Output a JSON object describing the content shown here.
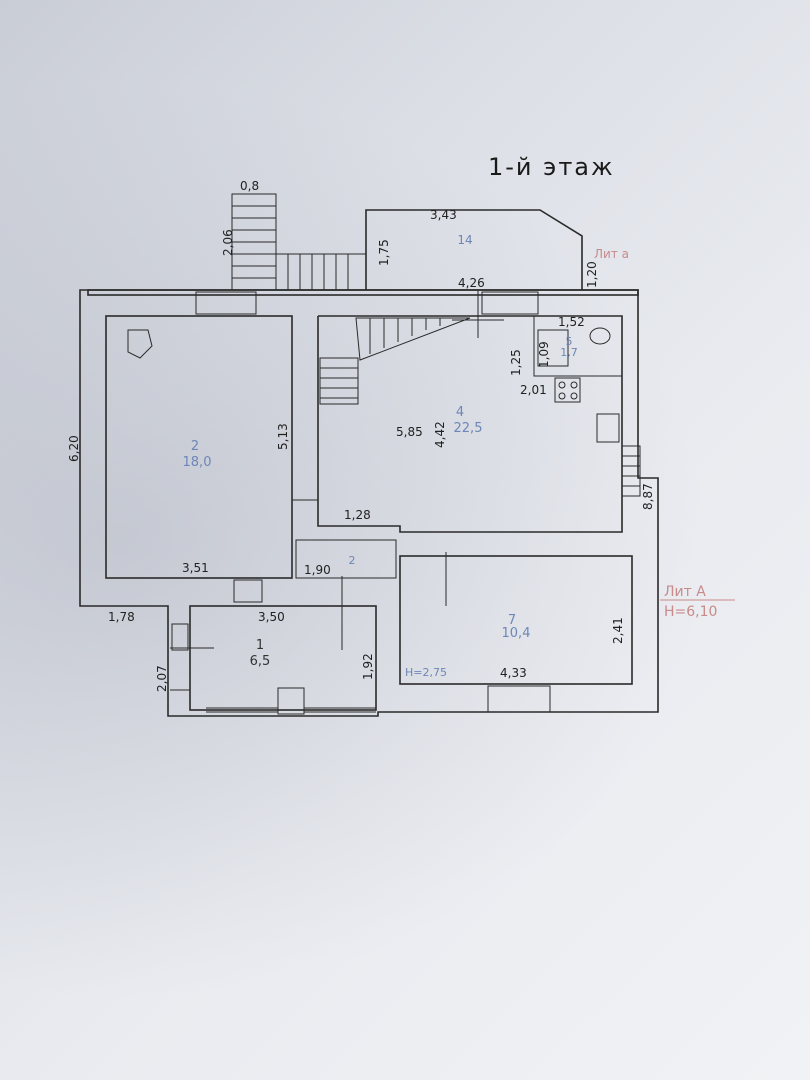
{
  "title": "1-й этаж",
  "lit_a_line1": "Лит А",
  "lit_a_line2": "Н=6,10",
  "lit_a_small": "Лит а",
  "rooms": [
    {
      "id": "room-2",
      "number": "2",
      "area": "18,0"
    },
    {
      "id": "room-4",
      "number": "4",
      "area": "22,5"
    },
    {
      "id": "room-5",
      "number": "5",
      "area": "1,7"
    },
    {
      "id": "room-14",
      "number": "14",
      "area": ""
    },
    {
      "id": "room-1",
      "number": "1",
      "area": "6,5"
    },
    {
      "id": "room-7",
      "number": "7",
      "area": "10,4"
    },
    {
      "id": "room-3",
      "number": "2",
      "area": ""
    }
  ],
  "dimensions": {
    "porch_width": "0,8",
    "porch_height": "2,06",
    "veranda_height": "1,75",
    "veranda_width": "3,43",
    "veranda_right": "1,20",
    "main_top": "4,26",
    "bath_width": "1,52",
    "bath_h1": "1,25",
    "bath_h2": "1,09",
    "bath_bottom": "2,01",
    "room2_height": "5,13",
    "left_total": "6,20",
    "hall_width": "5,85",
    "hall_height": "4,42",
    "right_total": "8,87",
    "corr_width": "1,28",
    "room2_width": "3,51",
    "corr_bottom": "1,90",
    "left_offset": "1,78",
    "room1_width": "3,50",
    "room1_height": "1,92",
    "room1_left": "2,07",
    "room7_height": "2,41",
    "room7_width": "4,33",
    "room7_label": "Н=2,75"
  }
}
